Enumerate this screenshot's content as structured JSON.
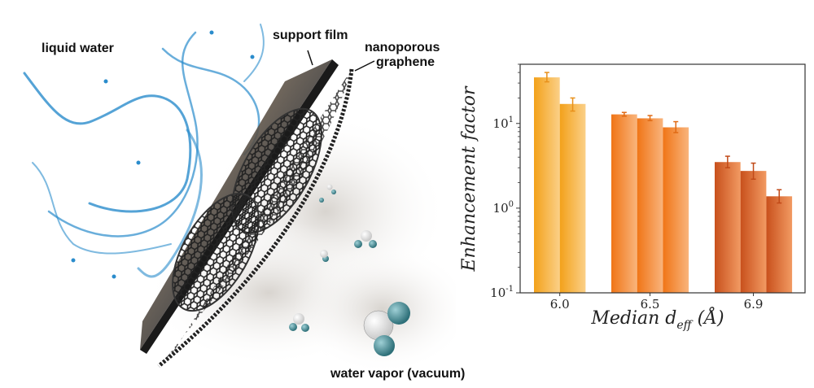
{
  "illustration": {
    "labels": {
      "liquid_water": "liquid water",
      "support_film": "support film",
      "nanoporous_graphene_line1": "nanoporous",
      "nanoporous_graphene_line2": "graphene",
      "water_vapor": "water vapor (vacuum)"
    }
  },
  "chart_data": {
    "type": "bar",
    "title": "",
    "xlabel": "Median d_eff (Å)",
    "xlabel_parts": {
      "main": "Median d",
      "sub": "eff",
      "unit": " (Å)"
    },
    "ylabel": "Enhancement factor",
    "yscale": "log",
    "ylim": [
      0.1,
      50
    ],
    "yticks": [
      {
        "value": 0.1,
        "base": "10",
        "exp": "-1"
      },
      {
        "value": 1,
        "base": "10",
        "exp": "0"
      },
      {
        "value": 10,
        "base": "10",
        "exp": "1"
      }
    ],
    "categories": [
      "6.0",
      "6.5",
      "6.9"
    ],
    "groups": [
      {
        "category": "6.0",
        "values": [
          35,
          17
        ],
        "err_low": [
          31,
          14
        ],
        "err_high": [
          40,
          20
        ],
        "color_dark": "#f3a11a",
        "color_light": "#fbd088",
        "err_color": "#e8901a"
      },
      {
        "category": "6.5",
        "values": [
          12.8,
          11.5,
          9.0
        ],
        "err_low": [
          12.2,
          10.8,
          7.8
        ],
        "err_high": [
          13.5,
          12.4,
          10.5
        ],
        "color_dark": "#f07516",
        "color_light": "#f9b47c",
        "err_color": "#e06a14"
      },
      {
        "category": "6.9",
        "values": [
          3.5,
          2.75,
          1.38
        ],
        "err_low": [
          3.0,
          2.2,
          1.15
        ],
        "err_high": [
          4.1,
          3.4,
          1.65
        ],
        "color_dark": "#c8501c",
        "color_light": "#f29a62",
        "err_color": "#c14a18"
      }
    ],
    "grid": false,
    "legend": "none"
  }
}
